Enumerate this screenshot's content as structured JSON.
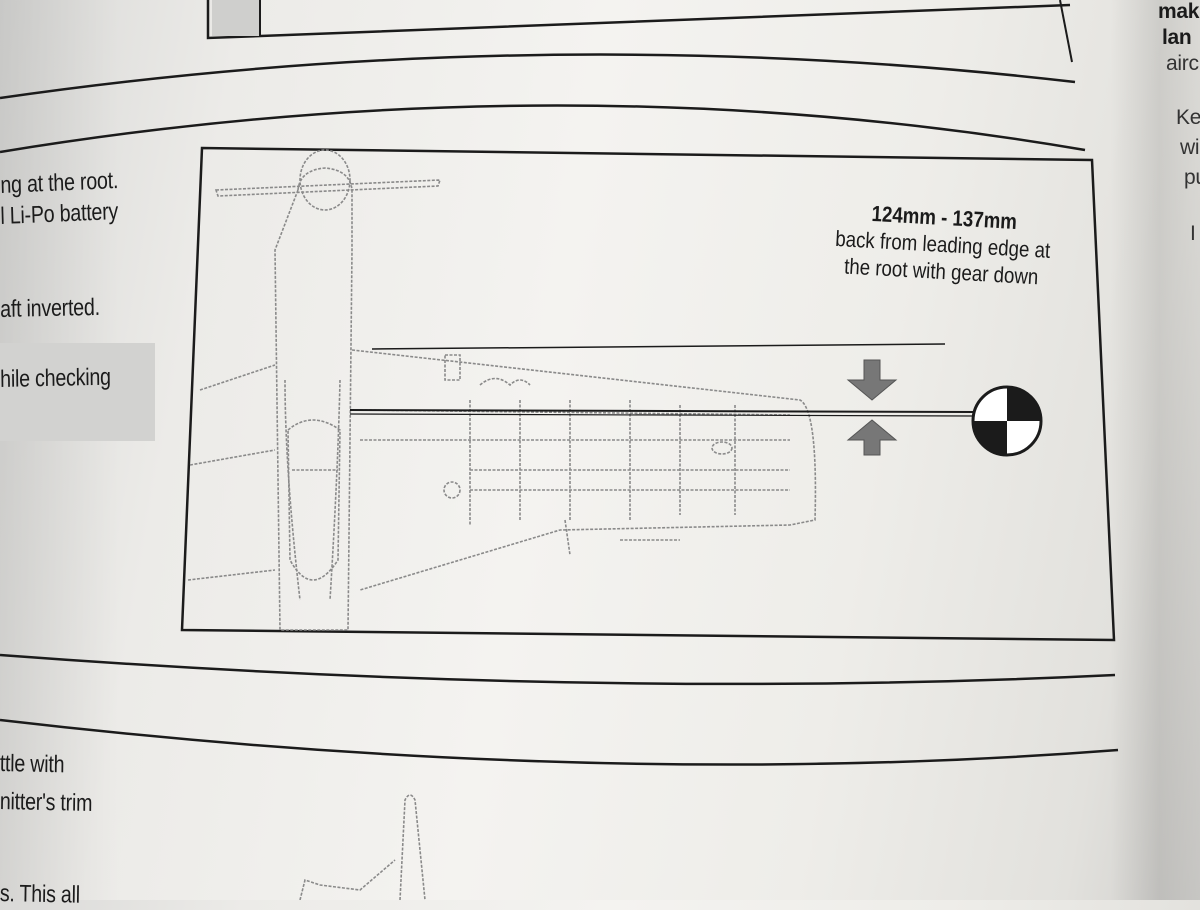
{
  "left_column": {
    "line1": "ng at the root.",
    "line2": "l Li-Po battery",
    "line3": "aft inverted.",
    "line4": "hile checking",
    "line5": "ttle with",
    "line6": "nitter's trim",
    "line7": "s. This all"
  },
  "right_column": {
    "line1": "mak",
    "line2": "lan",
    "line3": "airc",
    "line4": "Ke",
    "line5": "wi",
    "line6": "pu",
    "line7": "I"
  },
  "diagram": {
    "measurement": "124mm - 137mm",
    "description_line1": "back from leading edge at",
    "description_line2": "the root with gear down"
  },
  "colors": {
    "paper": "#f1f0ec",
    "ink": "#1b1b1b",
    "drawing": "#8a8a8a",
    "highlight": "#d2d2d0"
  }
}
